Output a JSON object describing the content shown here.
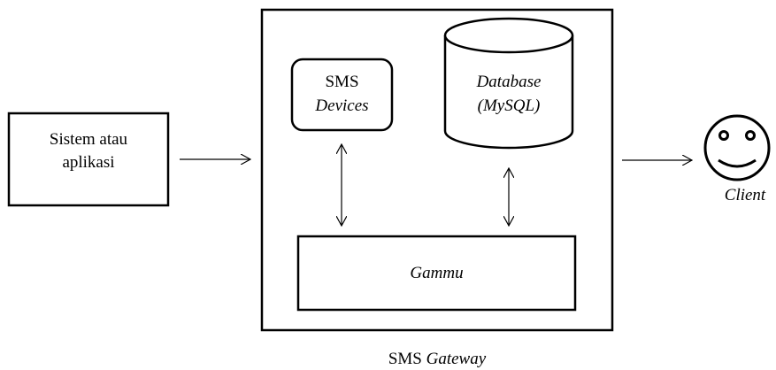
{
  "source_box": {
    "line1": "Sistem atau",
    "line2": "aplikasi"
  },
  "sms_devices": {
    "line1": "SMS",
    "line2": "Devices"
  },
  "database": {
    "line1": "Database",
    "line2": "(MySQL)"
  },
  "gammu": {
    "label": "Gammu"
  },
  "client": {
    "label": "Client"
  },
  "gateway_caption": {
    "prefix": "SMS",
    "suffix": "Gateway"
  },
  "colors": {
    "stroke": "#000000",
    "background": "#ffffff"
  }
}
